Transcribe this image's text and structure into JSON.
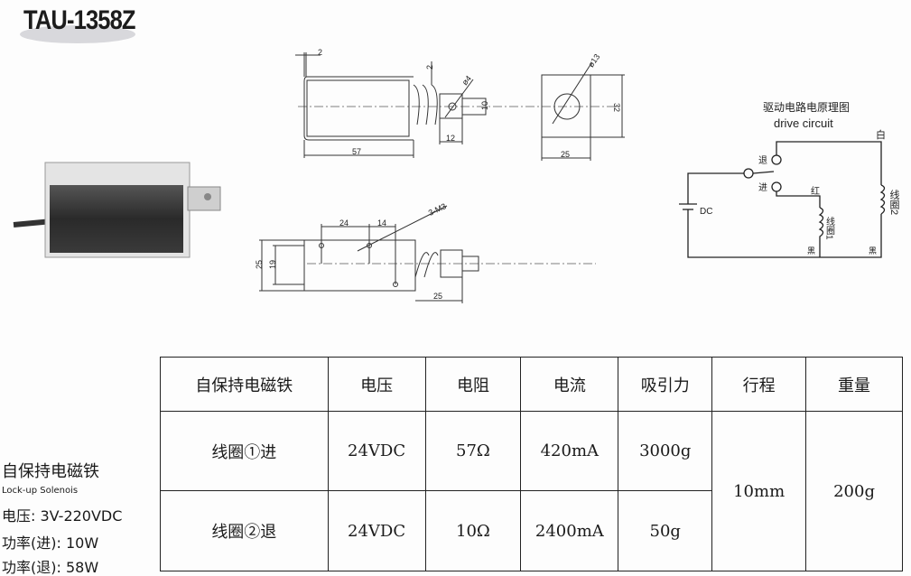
{
  "model": "TAU-1358Z",
  "drawings": {
    "side_view": {
      "dim_top": "2",
      "dim_flange": "2",
      "dim_length": "57",
      "dim_pin_dia": "ø4",
      "dim_pin_h": "10",
      "dim_pin_len": "12"
    },
    "end_view": {
      "dim_dia": "ø13",
      "dim_height": "32",
      "dim_width": "25"
    },
    "bottom_view": {
      "dim_a": "24",
      "dim_b": "14",
      "holes": "3-M3",
      "dim_h": "25",
      "dim_h2": "19",
      "dim_stroke": "25"
    }
  },
  "circuit": {
    "title_cn": "驱动电路电原理图",
    "title_en": "drive circuit",
    "white": "白",
    "retract": "退",
    "advance": "进",
    "red": "红",
    "black1": "黑",
    "black2": "黑",
    "dc": "DC",
    "coil1": "线圈1",
    "coil2": "线圈2"
  },
  "specs": {
    "name_cn": "自保持电磁铁",
    "name_en": "Lock-up Solenois",
    "voltage": "电压: 3V-220VDC",
    "power_in": "功率(进): 10W",
    "power_out": "功率(退): 58W"
  },
  "table": {
    "headers": [
      "自保持电磁铁",
      "电压",
      "电阻",
      "电流",
      "吸引力",
      "行程",
      "重量"
    ],
    "rows": [
      [
        "线圈①进",
        "24VDC",
        "57Ω",
        "420mA",
        "3000g"
      ],
      [
        "线圈②退",
        "24VDC",
        "10Ω",
        "2400mA",
        "50g"
      ]
    ],
    "stroke": "10mm",
    "weight": "200g"
  }
}
